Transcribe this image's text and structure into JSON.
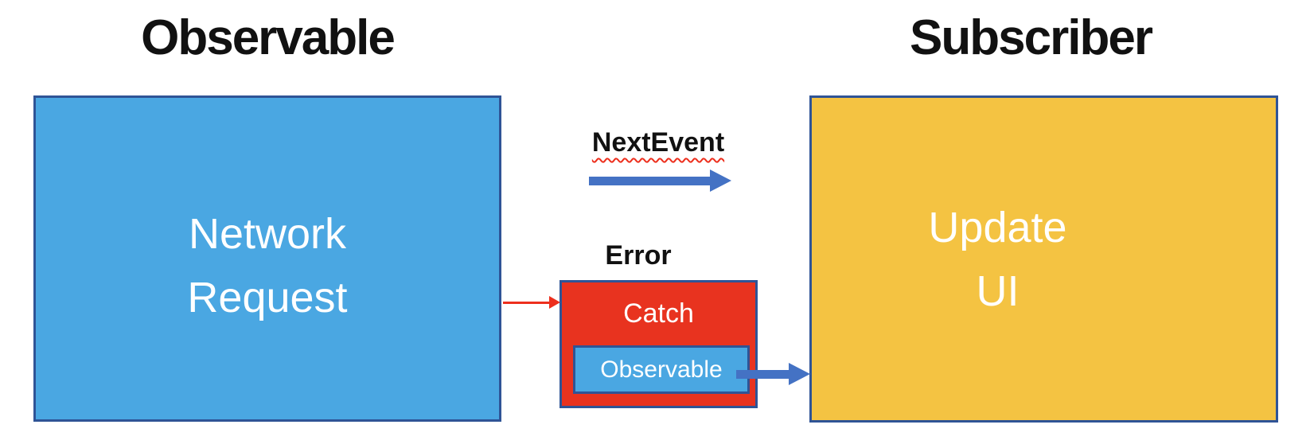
{
  "colors": {
    "box-blue": "#4AA7E2",
    "box-yellow": "#F4C342",
    "box-red": "#E8331F",
    "border-navy": "#2F5496",
    "arrow-blue": "#4472C4",
    "arrow-red": "#ED2F1D",
    "squiggle-red": "#ED2F1D",
    "text-dark": "#111111",
    "text-light": "#FFFFFF"
  },
  "headers": {
    "observable": "Observable",
    "subscriber": "Subscriber"
  },
  "boxes": {
    "network_request": {
      "line1": "Network",
      "line2": "Request"
    },
    "update_ui": {
      "line1": "Update",
      "line2": "UI"
    },
    "catch": {
      "label": "Catch",
      "inner_observable": "Observable"
    }
  },
  "labels": {
    "next_event": "NextEvent",
    "error": "Error"
  }
}
